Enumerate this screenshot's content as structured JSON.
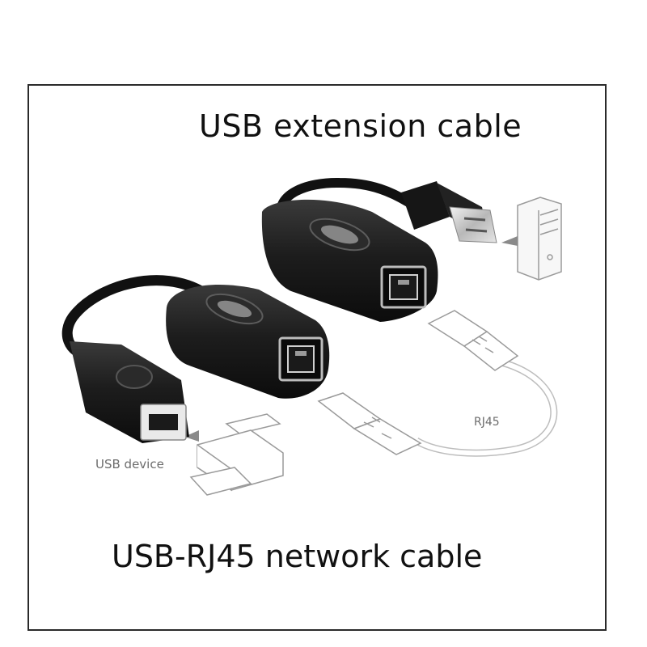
{
  "heading": {
    "top": "USB extension cable",
    "bottom": "USB-RJ45 network cable"
  },
  "labels": {
    "usb_device": "USB device",
    "rj45": "RJ45"
  },
  "colors": {
    "adapter_body": "#1c1c1c",
    "line_drawing": "#8a8a8a",
    "background": "#ffffff"
  }
}
